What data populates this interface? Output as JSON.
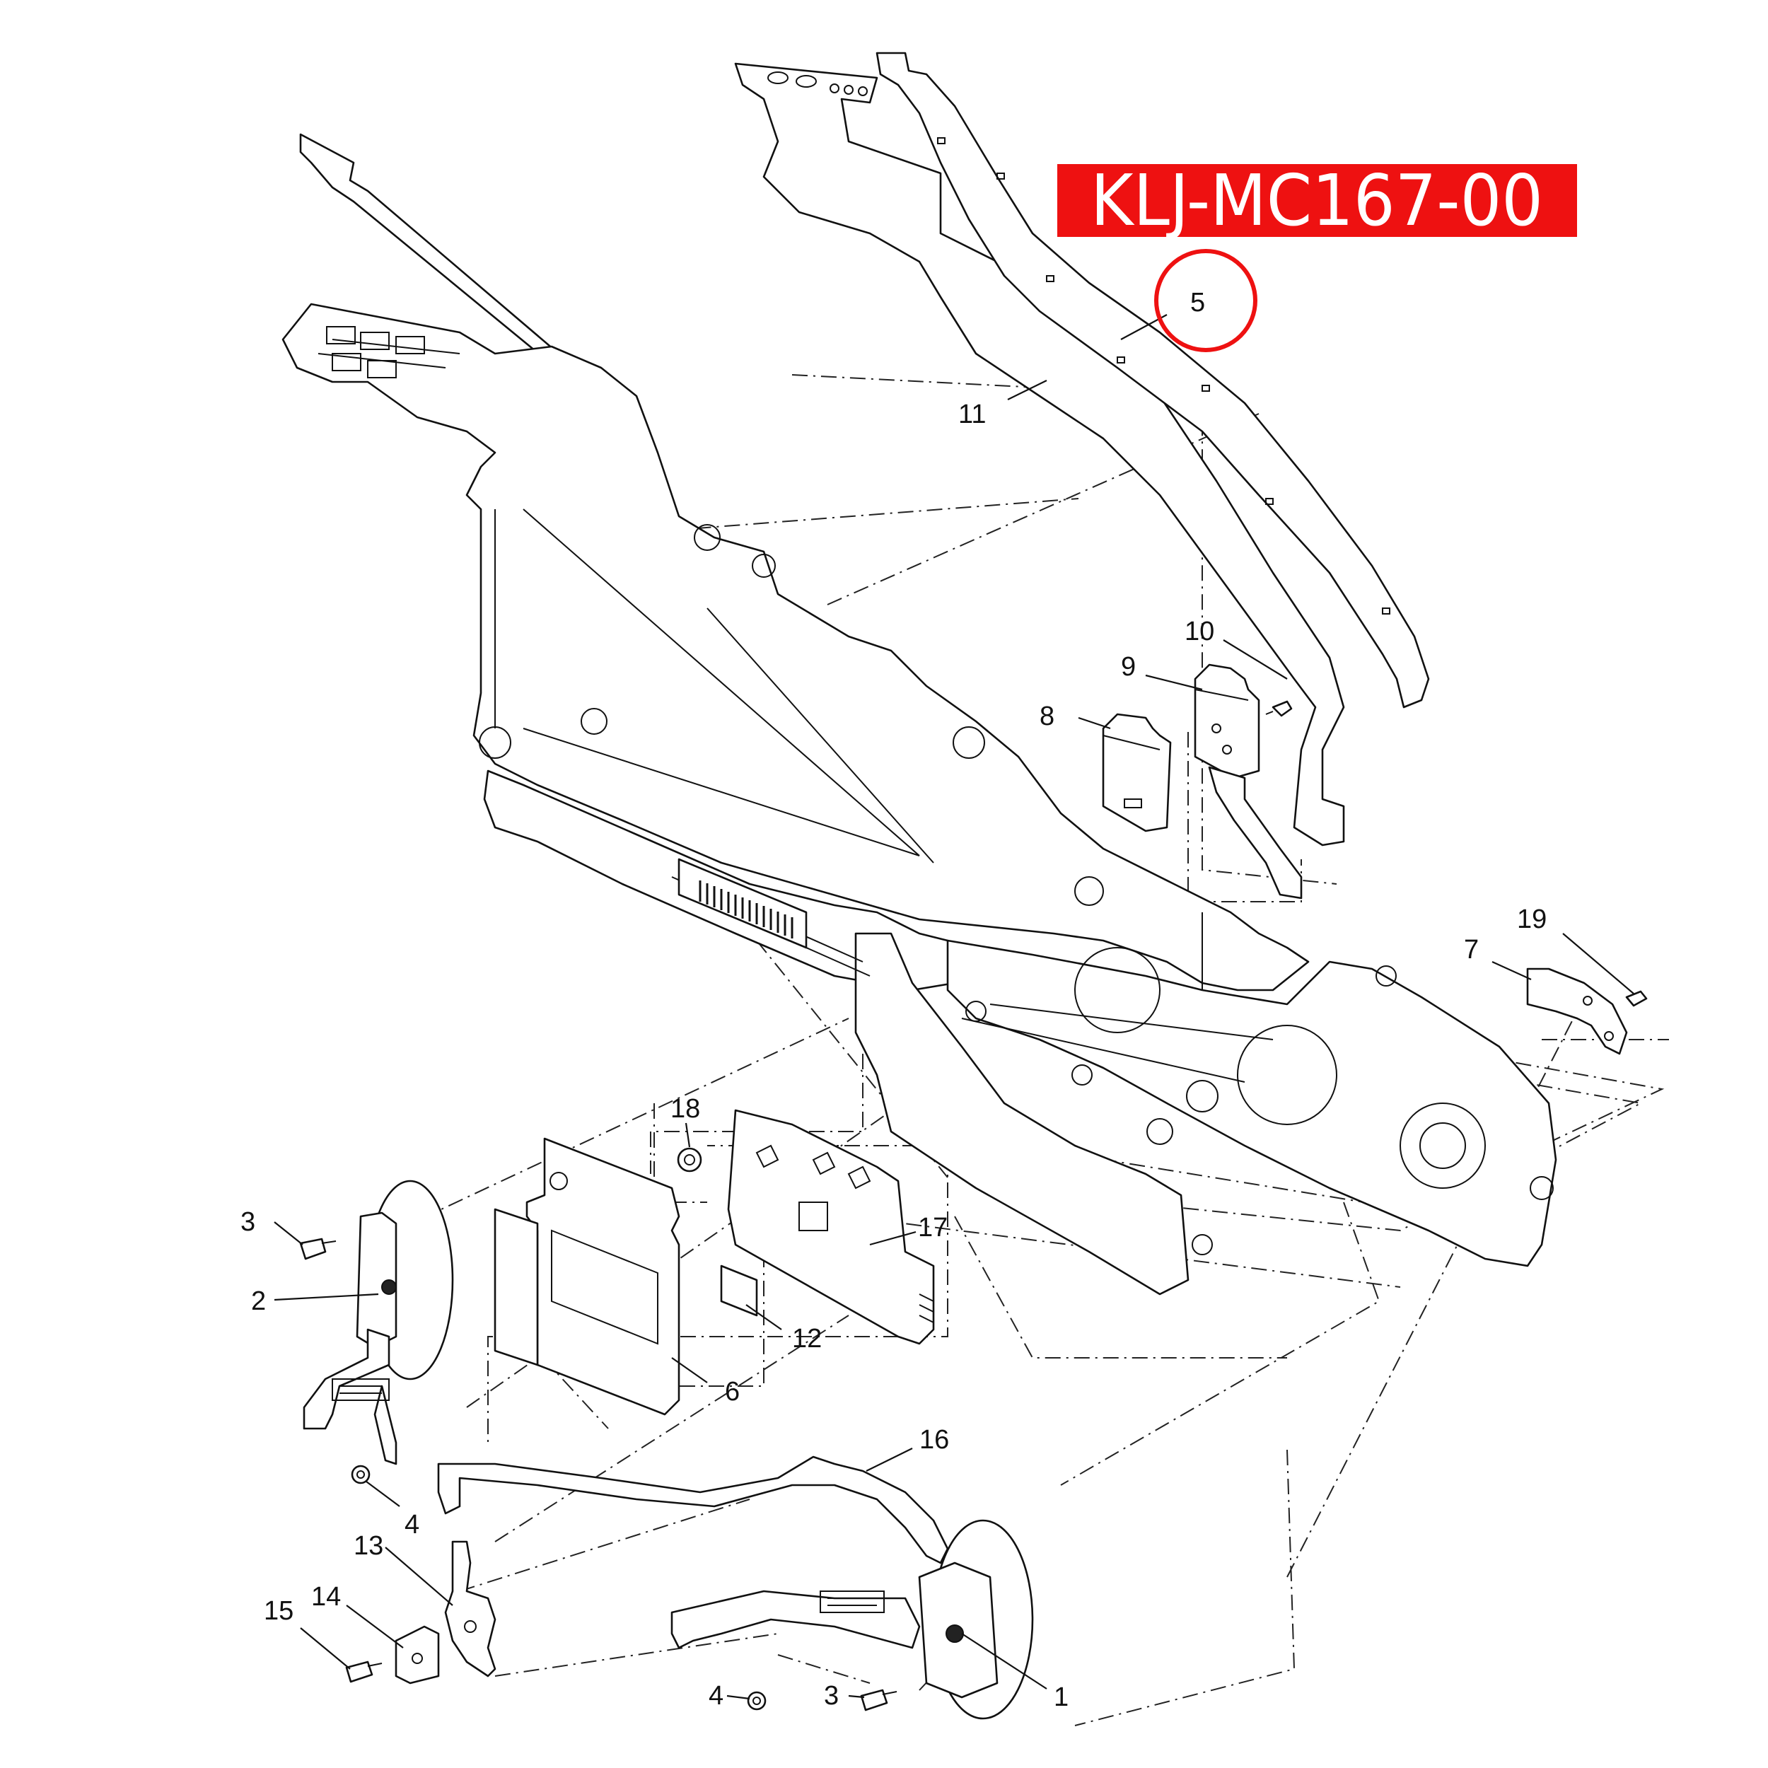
{
  "badge": {
    "text": "KLJ-MC167-00",
    "color": "#ee1111"
  },
  "highlight": {
    "color": "#ee1111"
  },
  "callouts": [
    {
      "id": "c1",
      "label": "1"
    },
    {
      "id": "c2",
      "label": "2"
    },
    {
      "id": "c3a",
      "label": "3"
    },
    {
      "id": "c3b",
      "label": "3"
    },
    {
      "id": "c4a",
      "label": "4"
    },
    {
      "id": "c4b",
      "label": "4"
    },
    {
      "id": "c5",
      "label": "5"
    },
    {
      "id": "c6",
      "label": "6"
    },
    {
      "id": "c7",
      "label": "7"
    },
    {
      "id": "c8",
      "label": "8"
    },
    {
      "id": "c9",
      "label": "9"
    },
    {
      "id": "c10",
      "label": "10"
    },
    {
      "id": "c11",
      "label": "11"
    },
    {
      "id": "c12",
      "label": "12"
    },
    {
      "id": "c13",
      "label": "13"
    },
    {
      "id": "c14",
      "label": "14"
    },
    {
      "id": "c15",
      "label": "15"
    },
    {
      "id": "c16",
      "label": "16"
    },
    {
      "id": "c17",
      "label": "17"
    },
    {
      "id": "c18",
      "label": "18"
    },
    {
      "id": "c19",
      "label": "19"
    }
  ]
}
